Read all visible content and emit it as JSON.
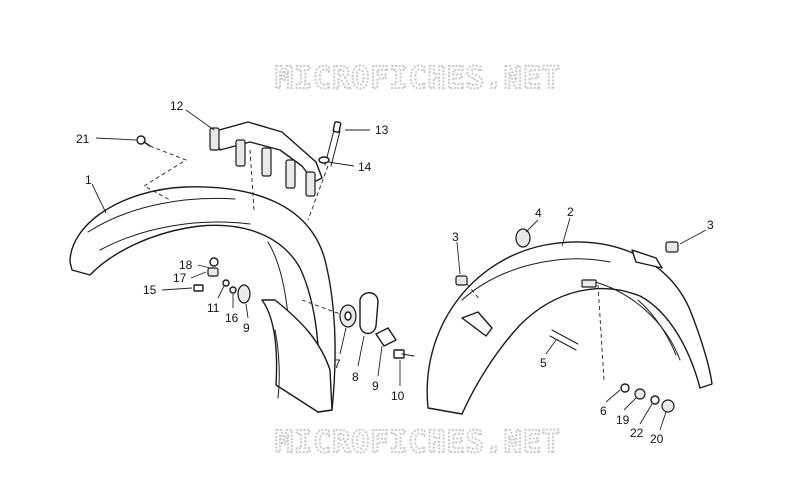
{
  "watermark": {
    "text": "MICROFICHES.NET"
  },
  "callouts": {
    "c1": "1",
    "c2": "2",
    "c3a": "3",
    "c3b": "3",
    "c4": "4",
    "c5": "5",
    "c6": "6",
    "c7": "7",
    "c8": "8",
    "c9a": "9",
    "c9b": "9",
    "c10": "10",
    "c11": "11",
    "c12": "12",
    "c13": "13",
    "c14": "14",
    "c15": "15",
    "c16": "16",
    "c17": "17",
    "c18": "18",
    "c19": "19",
    "c20": "20",
    "c21": "21",
    "c22": "22"
  }
}
